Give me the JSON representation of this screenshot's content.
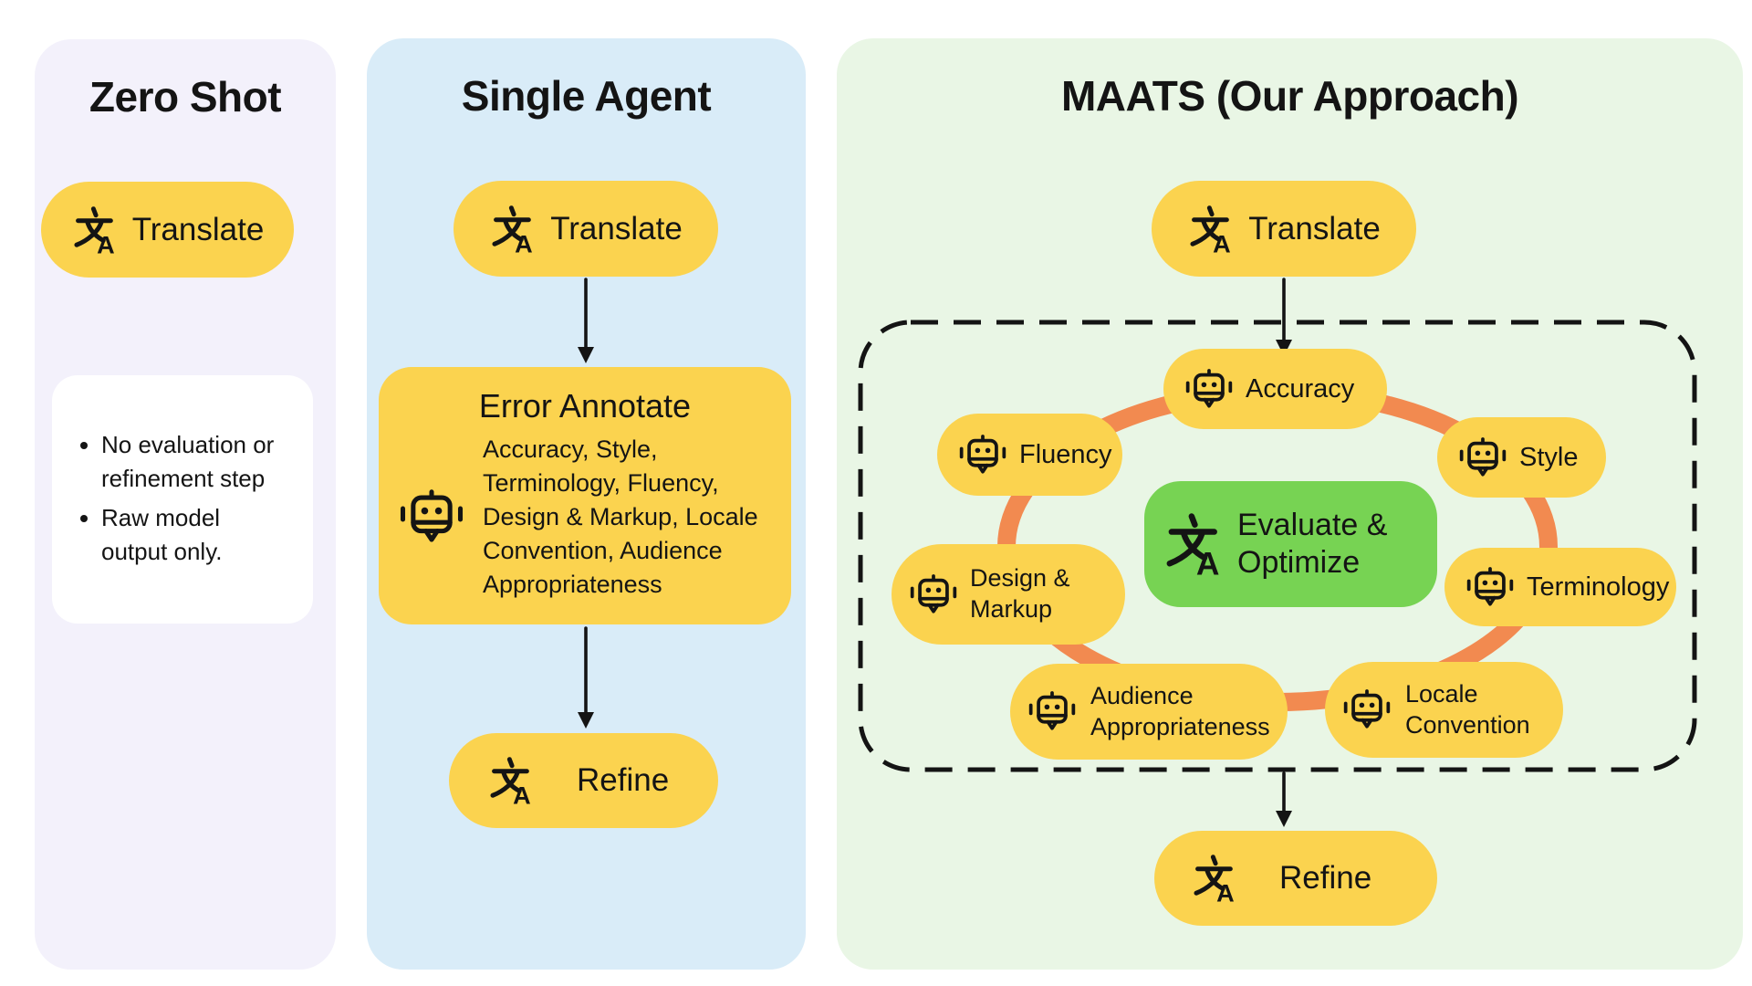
{
  "colors": {
    "pill_yellow": "#FBD34F",
    "evaluate_green": "#77D353",
    "ring_orange": "#F28A50",
    "panel_lavender": "#F3F1FB",
    "panel_blue": "#D9ECF8",
    "panel_green": "#E9F6E5",
    "text": "#141414"
  },
  "zero_shot": {
    "title": "Zero Shot",
    "translate_label": "Translate",
    "notes": [
      "No evaluation or refinement step",
      "Raw model output only."
    ]
  },
  "single_agent": {
    "title": "Single Agent",
    "translate_label": "Translate",
    "error_annotate_title": "Error Annotate",
    "error_annotate_body": "Accuracy, Style, Terminology, Fluency, Design & Markup, Locale Convention, Audience Appropriateness",
    "refine_label": "Refine"
  },
  "maats": {
    "title": "MAATS (Our Approach)",
    "translate_label": "Translate",
    "evaluate_line1": "Evaluate &",
    "evaluate_line2": "Optimize",
    "agents": [
      "Accuracy",
      "Fluency",
      "Style",
      "Design & Markup",
      "Terminology",
      "Audience Appropriateness",
      "Locale Convention"
    ],
    "refine_label": "Refine"
  }
}
